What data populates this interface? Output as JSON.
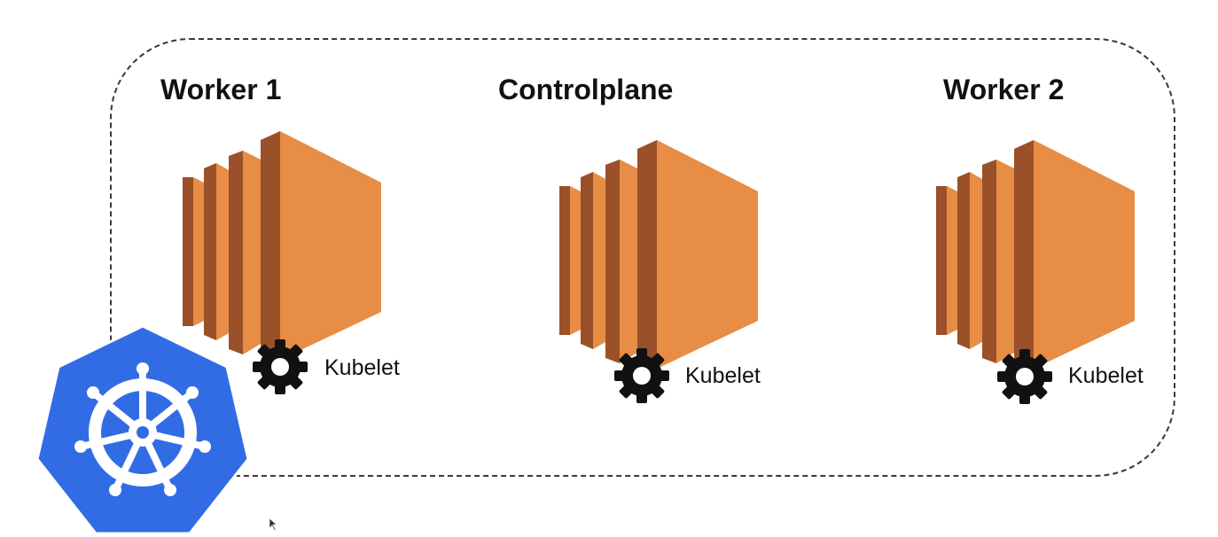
{
  "diagram": {
    "nodes": [
      {
        "id": "worker-1",
        "title": "Worker 1",
        "agent_label": "Kubelet",
        "icon": "ec2-instance-icon"
      },
      {
        "id": "controlplane",
        "title": "Controlplane",
        "agent_label": "Kubelet",
        "icon": "ec2-instance-icon"
      },
      {
        "id": "worker-2",
        "title": "Worker 2",
        "agent_label": "Kubelet",
        "icon": "ec2-instance-icon"
      }
    ],
    "logo": "kubernetes-logo",
    "colors": {
      "server_light": "#E78D45",
      "server_dark": "#9A512A",
      "gear": "#111111",
      "k8s_blue": "#326CE5",
      "border": "#3a3a3a"
    }
  }
}
